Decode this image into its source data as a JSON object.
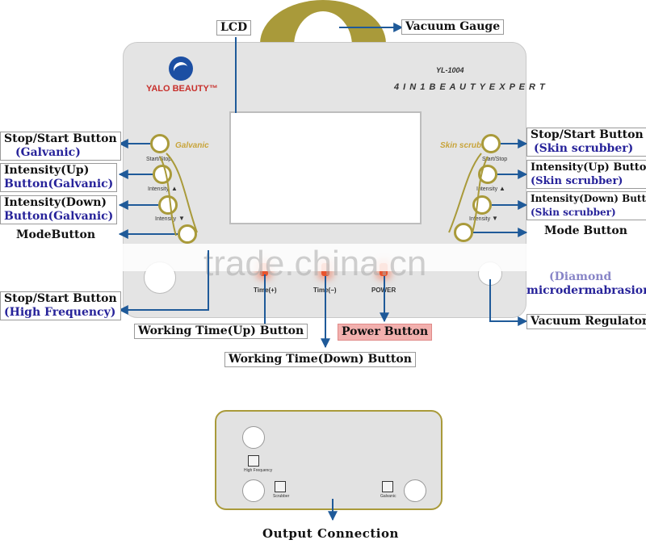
{
  "device": {
    "brand": "YALO BEAUTY™",
    "model": "YL-1004",
    "subtitle": "4 I N 1   B E A U T Y   E X P E R T",
    "left_section": "Galvanic",
    "right_section": "Skin scrubber",
    "left_start_stop": "Start/Stop",
    "left_intensity_up": "Intensity",
    "left_intensity_down": "Intensity",
    "right_start_stop": "Start/Stop",
    "right_intensity_up": "Intensity",
    "right_intensity_down": "Intensity",
    "time_plus": "Time(+)",
    "time_minus": "Time(−)",
    "power": "POWER"
  },
  "watermark": "trade.china.cn",
  "callouts": {
    "lcd": "LCD",
    "vacuum_gauge": "Vacuum Gauge",
    "left_stop_start_1": "Stop/Start Button",
    "left_stop_start_2": "(Galvanic)",
    "left_int_up_1": "Intensity(Up)",
    "left_int_up_2": "Button(Galvanic)",
    "left_int_down_1": "Intensity(Down)",
    "left_int_down_2": "Button(Galvanic)",
    "left_mode": "ModeButton",
    "hf_1": "Stop/Start Button",
    "hf_2": "(High Frequency)",
    "working_up": "Working Time(Up) Button",
    "working_down": "Working Time(Down) Button",
    "power_button": "Power Button",
    "right_stop_start_1": "Stop/Start Button",
    "right_stop_start_2": "(Skin scrubber)",
    "right_int_up_1": "Intensity(Up) Button",
    "right_int_up_2": "(Skin scrubber)",
    "right_int_down_1": "Intensity(Down) Button",
    "right_int_down_2": "(Skin scrubber)",
    "right_mode": "Mode Button",
    "diamond_1": "(Diamond",
    "diamond_2": "microdermabrasion)",
    "vacuum_regulator": "Vacuum Regulator",
    "output_connection": "Output Connection"
  },
  "output_panel": {
    "label_hf": "High Frequency",
    "label_scrubber": "Scrubber",
    "label_galvanic": "Galvanic"
  },
  "colors": {
    "callout_arrow": "#1f5a99",
    "gold": "#a99a3a",
    "panel": "#e4e4e4",
    "brand_red": "#c8302c",
    "highlight_blue": "#27239a",
    "power_highlight": "#f2b0ae"
  }
}
